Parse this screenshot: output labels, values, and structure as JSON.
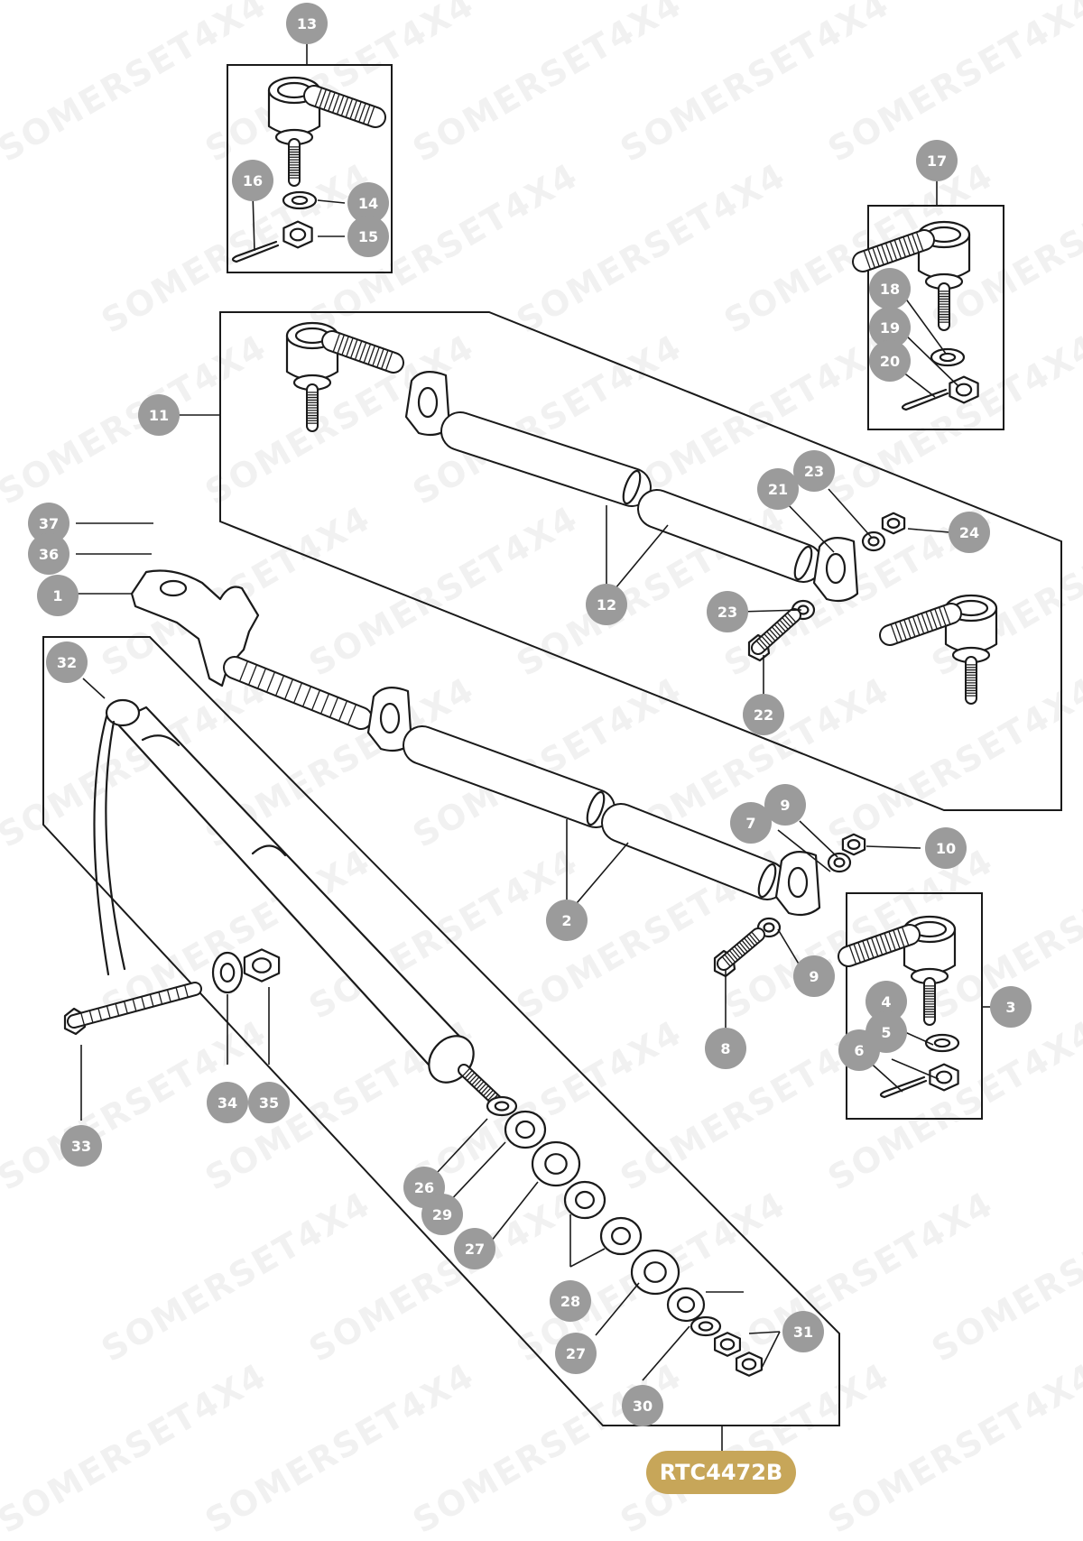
{
  "diagram": {
    "watermark_text": "SOMERSET4X4",
    "reference_code": "RTC4472B",
    "colors": {
      "callout": "#9b9b9b",
      "callout_text": "#ffffff",
      "badge": "#c7a659",
      "line": "#1a1a1a",
      "watermark": "#f1f1f1"
    },
    "callouts": [
      "13",
      "14",
      "15",
      "16",
      "17",
      "18",
      "19",
      "20",
      "11",
      "12",
      "21",
      "23",
      "24",
      "22",
      "37",
      "36",
      "1",
      "32",
      "2",
      "7",
      "9",
      "10",
      "8",
      "3",
      "4",
      "5",
      "6",
      "33",
      "34",
      "35",
      "26",
      "29",
      "27",
      "28",
      "30",
      "31"
    ]
  }
}
